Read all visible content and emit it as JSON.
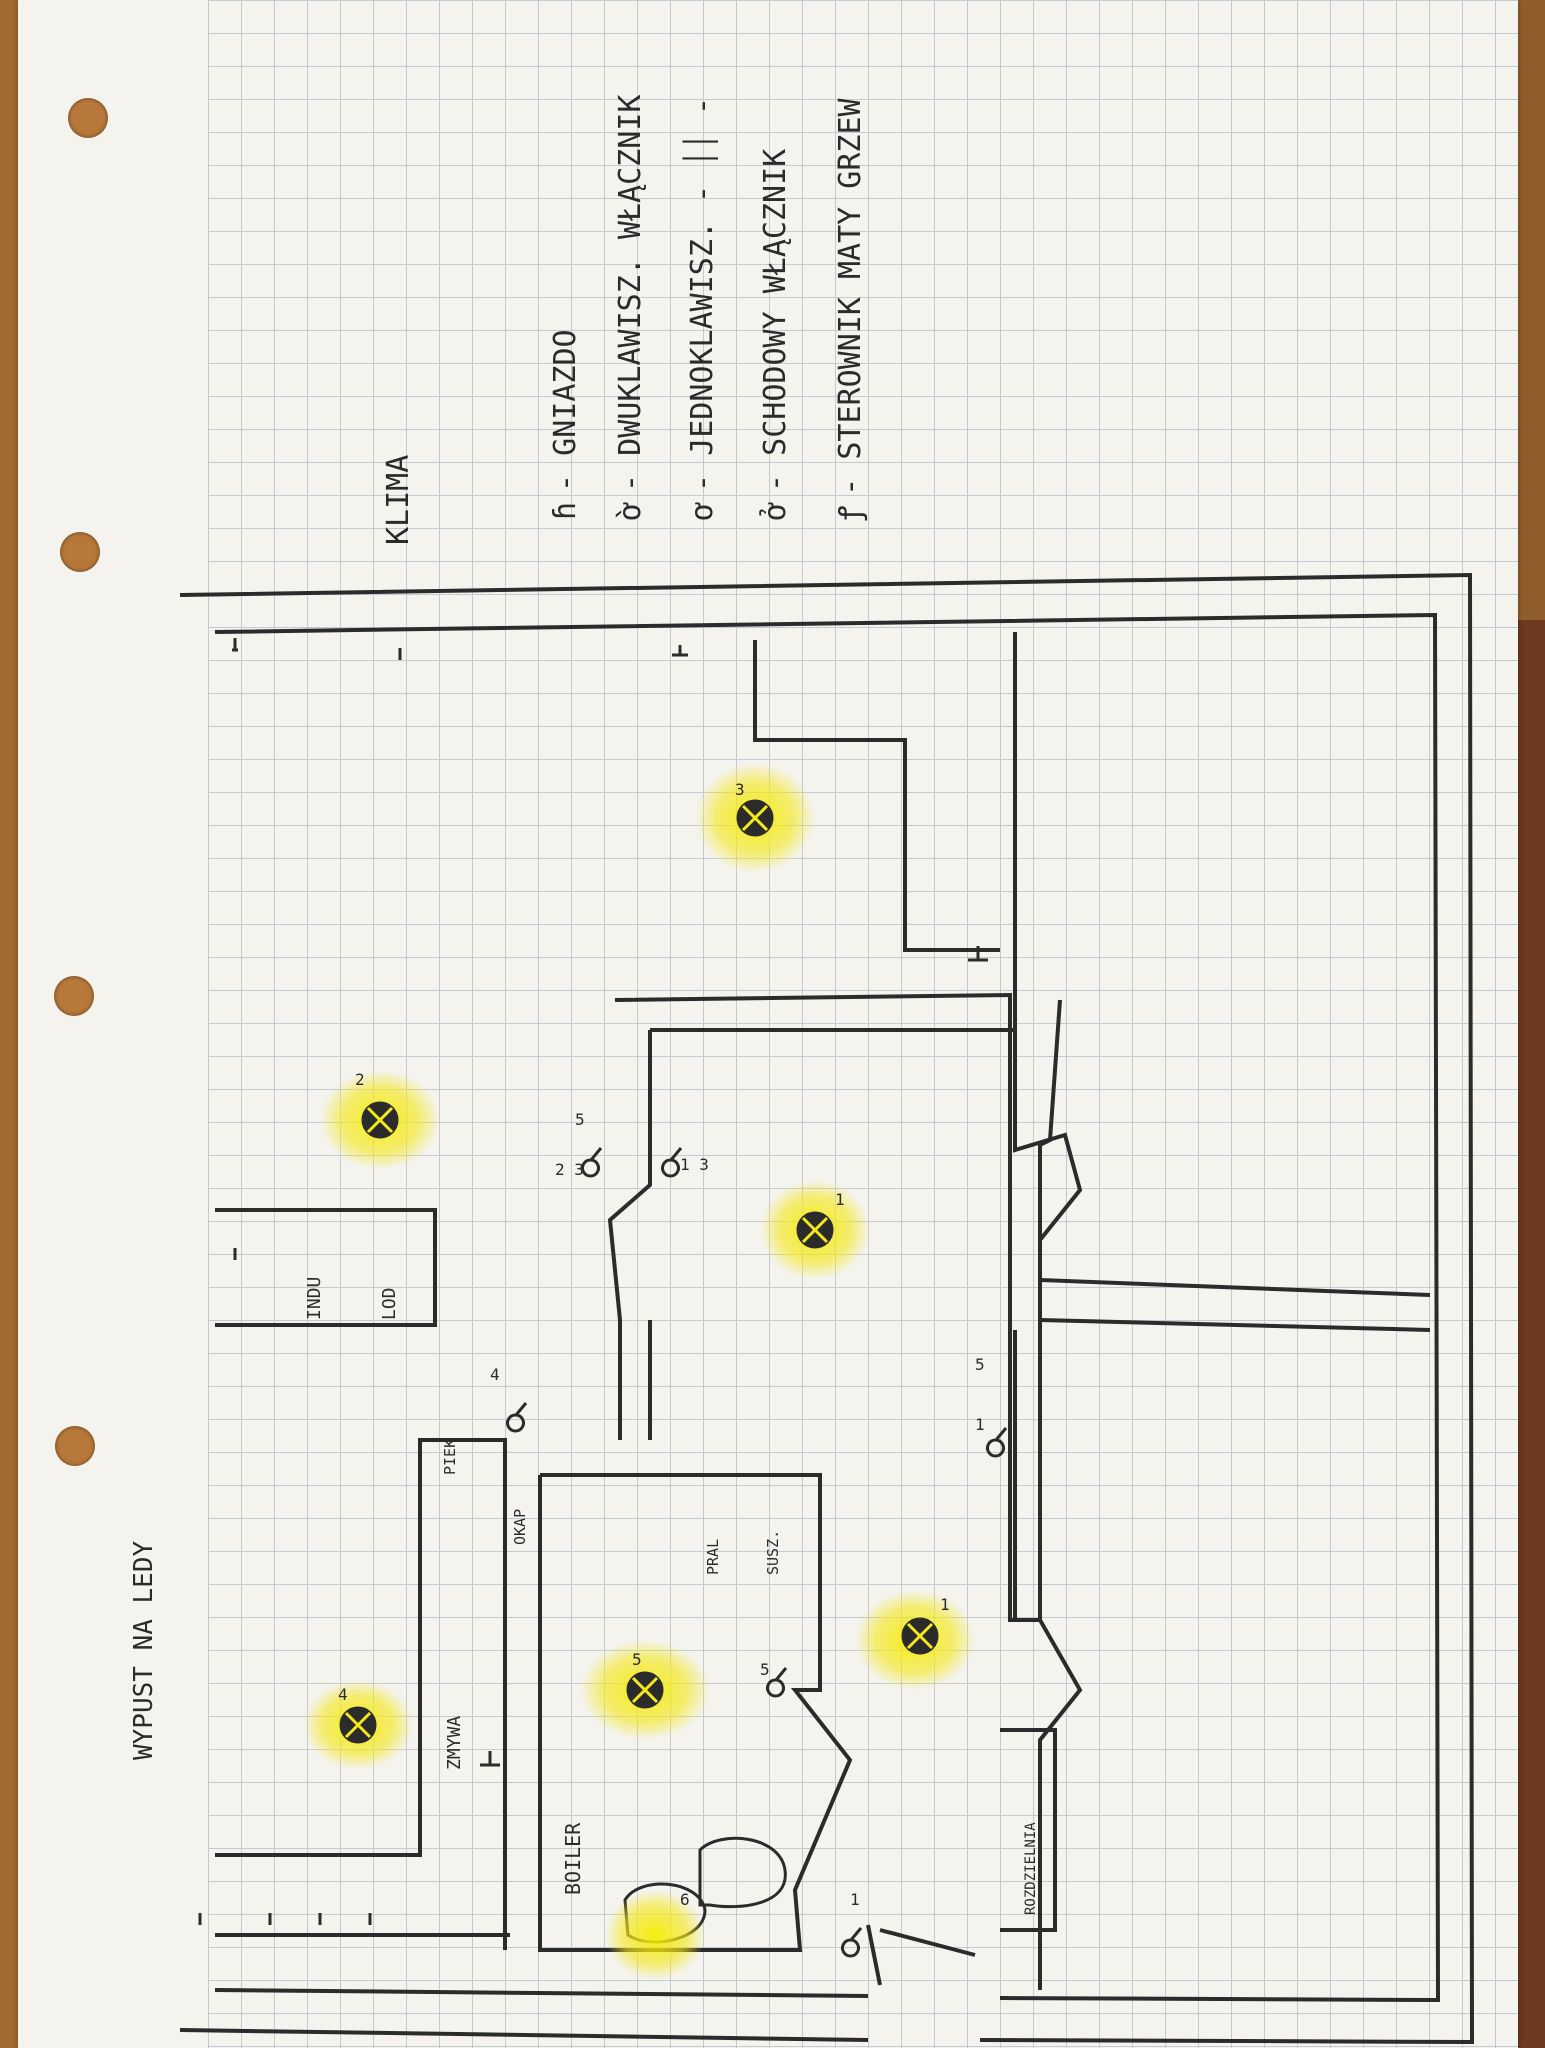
{
  "title": "WYPUST NA LEDY",
  "klima_label": "KLIMA",
  "legend": [
    {
      "symbol": "ɦ",
      "text": "- GNIAZDO"
    },
    {
      "symbol": "ờ",
      "text": "- DWUKLAWISZ. WŁĄCZNIK"
    },
    {
      "symbol": "ơ",
      "text": "- JEDNOKLAWISZ. - ׀׀ -"
    },
    {
      "symbol": "ở",
      "text": "- SCHODOWY WŁĄCZNIK"
    },
    {
      "symbol": "ꝭ",
      "text": "- STEROWNIK MATY GRZEW"
    }
  ],
  "room_labels": {
    "boiler": "BOILER",
    "zmywa": "ZMYWA",
    "indu": "INDU",
    "lod": "LOD",
    "piek": "PIEK",
    "okap": "OKAP",
    "pral": "PRAL",
    "susz": "SUSZ.",
    "rozdzielnia": "ROZDZIELNIA"
  },
  "light_points": [
    {
      "id": "1a",
      "number": "1"
    },
    {
      "id": "1b",
      "number": "1"
    },
    {
      "id": "2",
      "number": "2"
    },
    {
      "id": "3",
      "number": "3"
    },
    {
      "id": "4",
      "number": "4"
    },
    {
      "id": "5",
      "number": "5"
    },
    {
      "id": "6",
      "number": "6"
    }
  ],
  "switch_numbers": {
    "s23": "2 3",
    "s5_top": "5",
    "s13": "1 3",
    "s4": "4",
    "s5_bath": "5",
    "s1_bath": "1",
    "s1_hall": "1",
    "s5_hall": "5"
  },
  "colors": {
    "ink": "#2b2b2b",
    "highlight": "#f4e81c",
    "paper": "#f4f3ee",
    "grid": "#b9c2c9"
  }
}
